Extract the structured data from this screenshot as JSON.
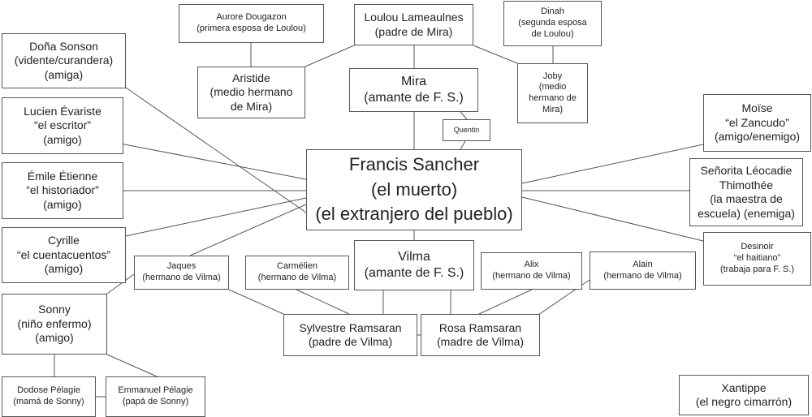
{
  "nodes": {
    "aurore": [
      "Aurore Dougazon",
      "(primera esposa de Loulou)"
    ],
    "loulou": [
      "Loulou Lameaulnes",
      "(padre de Mira)"
    ],
    "dinah": [
      "Dinah",
      "(segunda esposa",
      "de Loulou)"
    ],
    "dona_sonson": [
      "Doña Sonson",
      "(vidente/curandera)",
      "(amiga)"
    ],
    "lucien": [
      "Lucien Évariste",
      "“el escritor”",
      "(amigo)"
    ],
    "emile": [
      "Émile Étienne",
      "“el historiador”",
      "(amigo)"
    ],
    "cyrille": [
      "Cyrille",
      "“el cuentacuentos”",
      "(amigo)"
    ],
    "aristide": [
      "Aristide",
      "(medio hermano",
      "de Mira)"
    ],
    "mira": [
      "Mira",
      "(amante de F. S.)"
    ],
    "joby": [
      "Joby",
      "(medio",
      "hermano de",
      "Mira)"
    ],
    "quentin": [
      "Quentin"
    ],
    "francis": [
      "Francis Sancher",
      "(el muerto)",
      "(el extranjero del pueblo)"
    ],
    "moise": [
      "Moïse",
      "“el Zancudo”",
      "(amigo/enemigo)"
    ],
    "leocadie": [
      "Señorita Léocadie",
      "Thimothée",
      "(la maestra de",
      "escuela) (enemiga)"
    ],
    "desinoir": [
      "Desinoir",
      "“el haitiano”",
      "(trabaja para F. S.)"
    ],
    "jaques": [
      "Jaques",
      "(hermano de Vilma)"
    ],
    "carmelien": [
      "Carmélien",
      "(hermano de Vilma)"
    ],
    "vilma": [
      "Vilma",
      "(amante de F. S.)"
    ],
    "alix": [
      "Alix",
      "(hermano de Vilma)"
    ],
    "alain": [
      "Alain",
      "(hermano de Vilma)"
    ],
    "sonny": [
      "Sonny",
      "(niño enfermo)",
      "(amigo)"
    ],
    "sylvestre": [
      "Sylvestre Ramsaran",
      "(padre de Vilma)"
    ],
    "rosa": [
      "Rosa Ramsaran",
      "(madre de Vilma)"
    ],
    "dodose": [
      "Dodose Pélagie",
      "(mamá de Sonny)"
    ],
    "emmanuel": [
      "Emmanuel Pélagie",
      "(papá de Sonny)"
    ],
    "xantippe": [
      "Xantippe",
      "(el negro cimarrón)"
    ]
  }
}
